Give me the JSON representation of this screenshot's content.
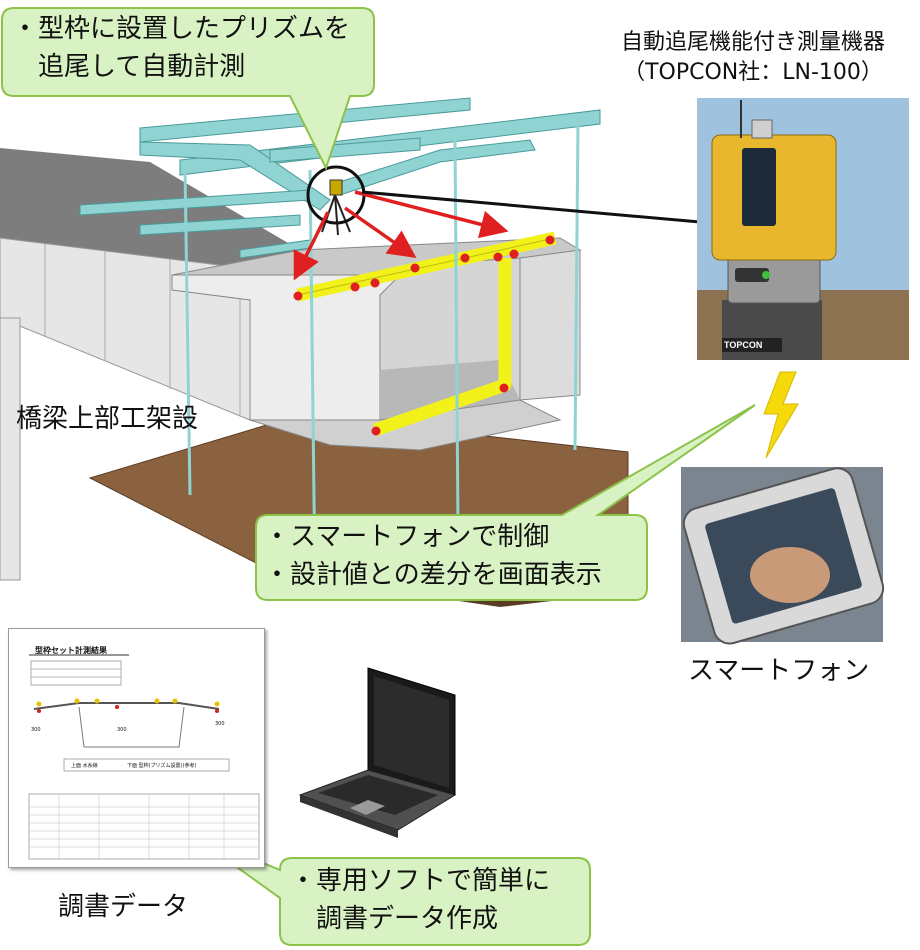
{
  "callouts": {
    "top": {
      "lines": [
        "・型枠に設置したプリズムを",
        "追尾して自動計測"
      ]
    },
    "middle": {
      "lines": [
        "・スマートフォンで制御",
        "・設計値との差分を画面表示"
      ]
    },
    "bottom": {
      "lines": [
        "・専用ソフトで簡単に",
        "調書データ作成"
      ]
    }
  },
  "labels": {
    "bridge": "橋梁上部工架設",
    "device_title_line1": "自動追尾機能付き測量機器",
    "device_title_line2": "（TOPCON社：LN-100）",
    "smartphone": "スマートフォン",
    "report": "調書データ"
  },
  "device": {
    "brand": "TOPCON"
  },
  "sheet": {
    "title": "型枠セット計測結果",
    "dims": [
      "300",
      "300",
      "300"
    ],
    "legend": [
      "上面 水糸線",
      "下面 型枠(プリズム設置)(参考)"
    ]
  },
  "colors": {
    "callout_fill": "#d9f2c4",
    "callout_stroke": "#8cc24a",
    "frame_cyan": "#8fd3d3",
    "highlight_yellow": "#f2f21a",
    "arrow_red": "#e02020",
    "ground_brown": "#8b6240"
  }
}
